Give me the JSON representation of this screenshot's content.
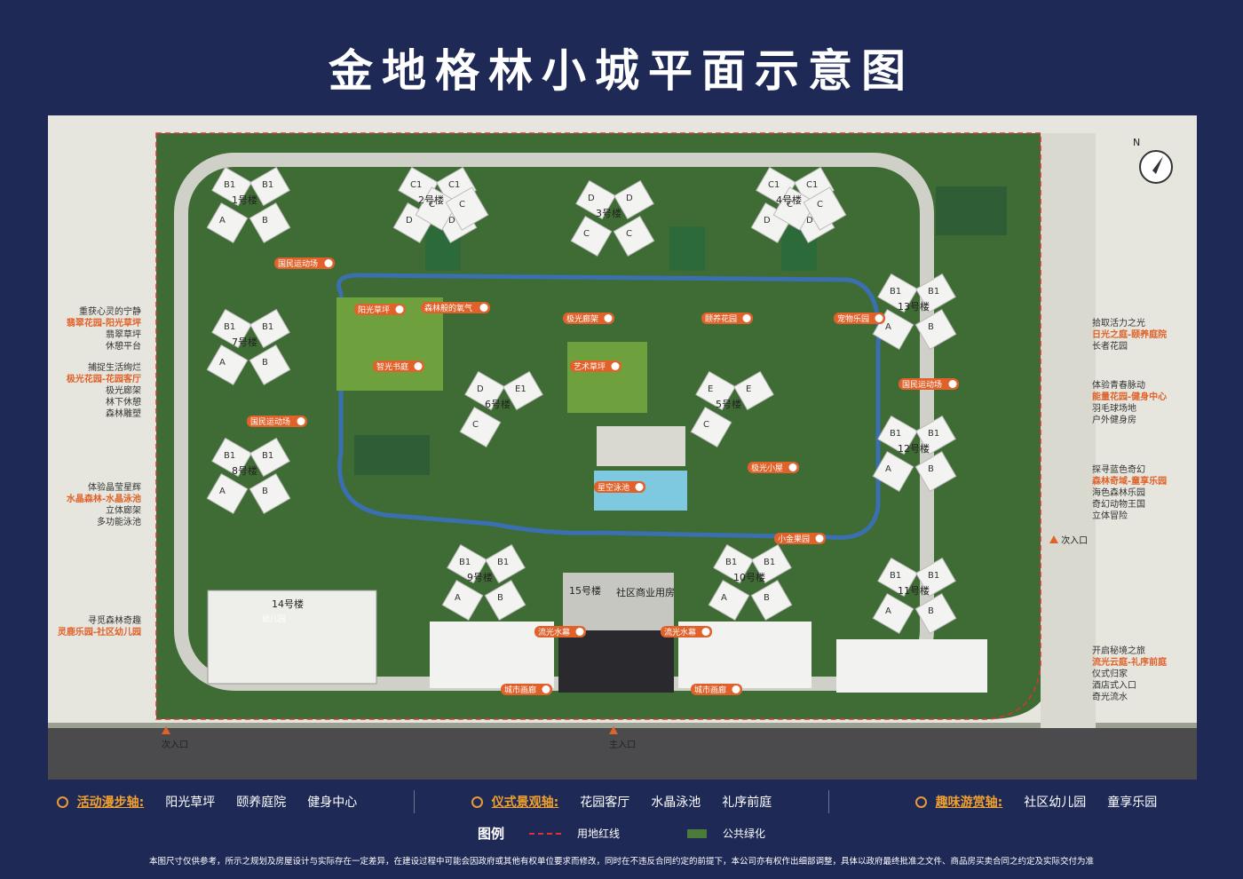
{
  "title": "金地格林小城平面示意图",
  "buildings": [
    {
      "name": "1号楼",
      "units": [
        "B1",
        "B1",
        "A",
        "B"
      ]
    },
    {
      "name": "2号楼",
      "units": [
        "C1",
        "C1",
        "D",
        "D",
        "C",
        "C"
      ]
    },
    {
      "name": "3号楼",
      "units": [
        "D",
        "D",
        "C",
        "C"
      ]
    },
    {
      "name": "4号楼",
      "units": [
        "C1",
        "C1",
        "D",
        "D",
        "C",
        "C"
      ]
    },
    {
      "name": "5号楼",
      "units": [
        "E",
        "E",
        "C"
      ]
    },
    {
      "name": "6号楼",
      "units": [
        "D",
        "E1",
        "C"
      ]
    },
    {
      "name": "7号楼",
      "units": [
        "B1",
        "B1",
        "A",
        "B"
      ]
    },
    {
      "name": "8号楼",
      "units": [
        "B1",
        "B1",
        "A",
        "B"
      ]
    },
    {
      "name": "9号楼",
      "units": [
        "B1",
        "B1",
        "A",
        "B"
      ]
    },
    {
      "name": "10号楼",
      "units": [
        "B1",
        "B1",
        "A",
        "B"
      ]
    },
    {
      "name": "11号楼",
      "units": [
        "B1",
        "B1",
        "A",
        "B"
      ]
    },
    {
      "name": "12号楼",
      "units": [
        "B1",
        "B1",
        "A",
        "B"
      ]
    },
    {
      "name": "13号楼",
      "units": [
        "B1",
        "B1",
        "A",
        "B"
      ]
    },
    {
      "name": "14号楼",
      "units": []
    },
    {
      "name": "15号楼",
      "units": []
    }
  ],
  "building15_sub": "社区商业用房",
  "building14_sub": "幼儿园",
  "map_tags": [
    "国民运动场",
    "阳光草坪",
    "森林般的氧气",
    "极光廊架",
    "颐养花园",
    "宠物乐园",
    "智光书庭",
    "艺术草坪",
    "国民运动场",
    "国民运动场",
    "星空泳池",
    "极光小屋",
    "小金果园",
    "流光水幕",
    "流光水幕",
    "城市画廊",
    "城市画廊"
  ],
  "left_notes": [
    {
      "lines": [
        "重获心灵的宁静"
      ],
      "highlight": "翡翠花园-阳光草坪",
      "rest": [
        "翡翠草坪",
        "休憩平台"
      ]
    },
    {
      "lines": [
        "捕捉生活绚烂"
      ],
      "highlight": "极光花园-花园客厅",
      "rest": [
        "极光廊架",
        "林下休憩",
        "森林雕塑"
      ]
    },
    {
      "lines": [
        "体验晶莹星辉"
      ],
      "highlight": "水晶森林-水晶泳池",
      "rest": [
        "立体廊架",
        "多功能泳池"
      ]
    },
    {
      "lines": [
        "寻觅森林奇趣"
      ],
      "highlight": "灵鹿乐园-社区幼儿园",
      "rest": []
    }
  ],
  "right_notes": [
    {
      "lines": [
        "拾取活力之光"
      ],
      "highlight": "日光之庭-颐养庭院",
      "rest": [
        "长者花园"
      ]
    },
    {
      "lines": [
        "体验青春脉动"
      ],
      "highlight": "能量花园-健身中心",
      "rest": [
        "羽毛球场地",
        "户外健身房"
      ]
    },
    {
      "lines": [
        "探寻蓝色奇幻"
      ],
      "highlight": "森林奇域-童享乐园",
      "rest": [
        "海色森林乐园",
        "奇幻动物王国",
        "立体冒险"
      ]
    },
    {
      "lines": [
        "开启秘境之旅"
      ],
      "highlight": "流光云庭-礼序前庭",
      "rest": [
        "仪式归家",
        "酒店式入口",
        "奇光流水"
      ]
    }
  ],
  "entrances": {
    "secondary": "次入口",
    "main": "主入口",
    "east": "次入口"
  },
  "axes": [
    {
      "label": "活动漫步轴:",
      "items": [
        "阳光草坪",
        "颐养庭院",
        "健身中心"
      ]
    },
    {
      "label": "仪式景观轴:",
      "items": [
        "花园客厅",
        "水晶泳池",
        "礼序前庭"
      ]
    },
    {
      "label": "趣味游赏轴:",
      "items": [
        "社区幼儿园",
        "童享乐园"
      ]
    }
  ],
  "legend": {
    "title": "图例",
    "red_line": "用地红线",
    "green": "公共绿化"
  },
  "disclaimer": "本图尺寸仅供参考，所示之规划及房屋设计与实际存在一定差异，在建设过程中可能会因政府或其他有权单位要求而修改，同时在不违反合同约定的前提下，本公司亦有权作出细部调整，具体以政府最终批准之文件、商品房买卖合同之约定及实际交付为准",
  "compass": "N",
  "colors": {
    "navy": "#1e2a55",
    "accent": "#e0622a",
    "green": "#4b7a3a",
    "path": "#3a6fb0"
  }
}
